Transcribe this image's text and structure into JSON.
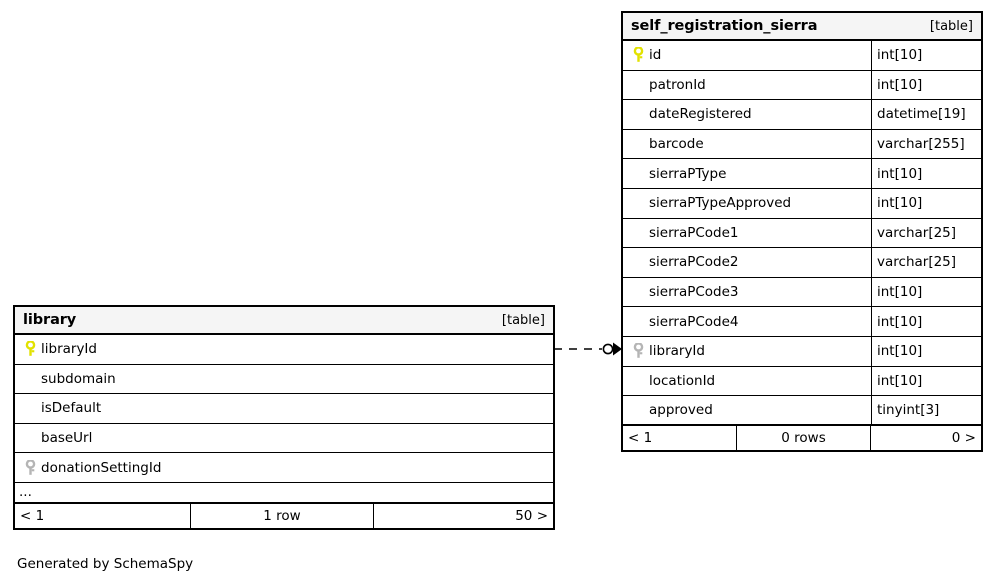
{
  "diagram": {
    "caption": "Generated by SchemaSpy",
    "kind_label": "[table]",
    "colors": {
      "primary_key": "#e8e800",
      "foreign_key": "#b0b0b0",
      "border": "#000000",
      "header_background": "#f5f5f5",
      "page_background": "#ffffff"
    }
  },
  "tables": {
    "library": {
      "name": "library",
      "kind": "[table]",
      "columns": [
        {
          "name": "libraryId",
          "key": "primary"
        },
        {
          "name": "subdomain",
          "key": "none"
        },
        {
          "name": "isDefault",
          "key": "none"
        },
        {
          "name": "baseUrl",
          "key": "none"
        },
        {
          "name": "donationSettingId",
          "key": "foreign"
        }
      ],
      "more_indicator": "...",
      "footer": {
        "prev": "< 1",
        "rows": "1 row",
        "next": "50 >"
      }
    },
    "self_registration_sierra": {
      "name": "self_registration_sierra",
      "kind": "[table]",
      "columns": [
        {
          "name": "id",
          "type": "int[10]",
          "key": "primary"
        },
        {
          "name": "patronId",
          "type": "int[10]",
          "key": "none"
        },
        {
          "name": "dateRegistered",
          "type": "datetime[19]",
          "key": "none"
        },
        {
          "name": "barcode",
          "type": "varchar[255]",
          "key": "none"
        },
        {
          "name": "sierraPType",
          "type": "int[10]",
          "key": "none"
        },
        {
          "name": "sierraPTypeApproved",
          "type": "int[10]",
          "key": "none"
        },
        {
          "name": "sierraPCode1",
          "type": "varchar[25]",
          "key": "none"
        },
        {
          "name": "sierraPCode2",
          "type": "varchar[25]",
          "key": "none"
        },
        {
          "name": "sierraPCode3",
          "type": "int[10]",
          "key": "none"
        },
        {
          "name": "sierraPCode4",
          "type": "int[10]",
          "key": "none"
        },
        {
          "name": "libraryId",
          "type": "int[10]",
          "key": "foreign"
        },
        {
          "name": "locationId",
          "type": "int[10]",
          "key": "none"
        },
        {
          "name": "approved",
          "type": "tinyint[3]",
          "key": "none"
        }
      ],
      "footer": {
        "prev": "< 1",
        "rows": "0 rows",
        "next": "0 >"
      }
    }
  },
  "relationship": {
    "from_table": "library",
    "from_column": "libraryId",
    "to_table": "self_registration_sierra",
    "to_column": "libraryId",
    "line_style": "dashed",
    "source_cardinality": "zero-or-one",
    "target_cardinality": "many"
  }
}
